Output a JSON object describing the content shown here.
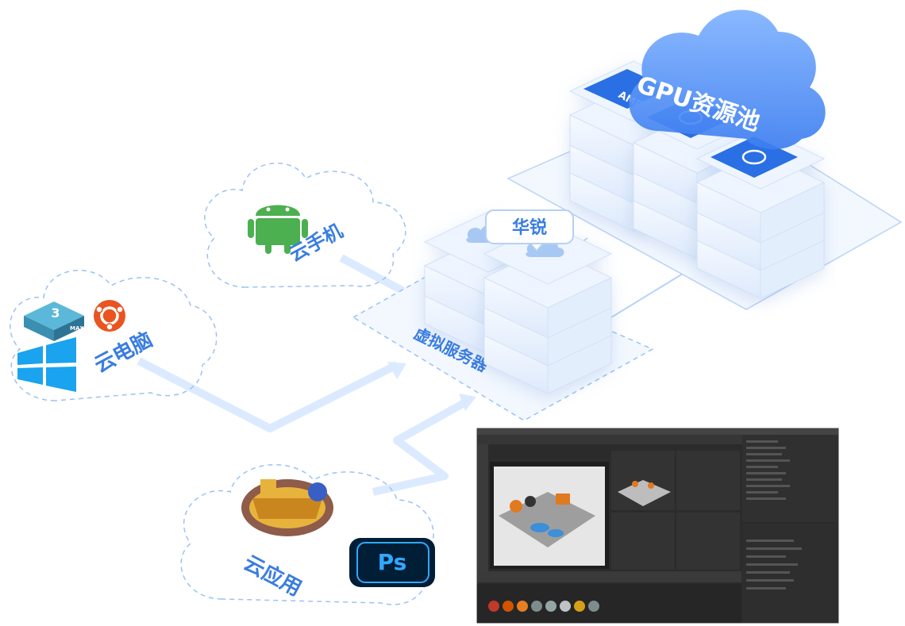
{
  "labels": {
    "gpu_pool": "GPU资源池",
    "huarui": "华锐",
    "virtual_server": "虚拟服务器",
    "cloud_phone": "云手机",
    "cloud_pc": "云电脑",
    "cloud_app": "云应用"
  },
  "badges": {
    "amd": "AMD",
    "max_num": "3",
    "max_text": "MAX",
    "ps": "Ps"
  },
  "colors": {
    "accent": "#3a7de0",
    "cloud_fill": "#cfe2ff",
    "dashed": "#9cc2f5",
    "server_top": "#e9f2ff",
    "server_side": "#dce9fb",
    "chip_blue": "#2a6fe4"
  }
}
